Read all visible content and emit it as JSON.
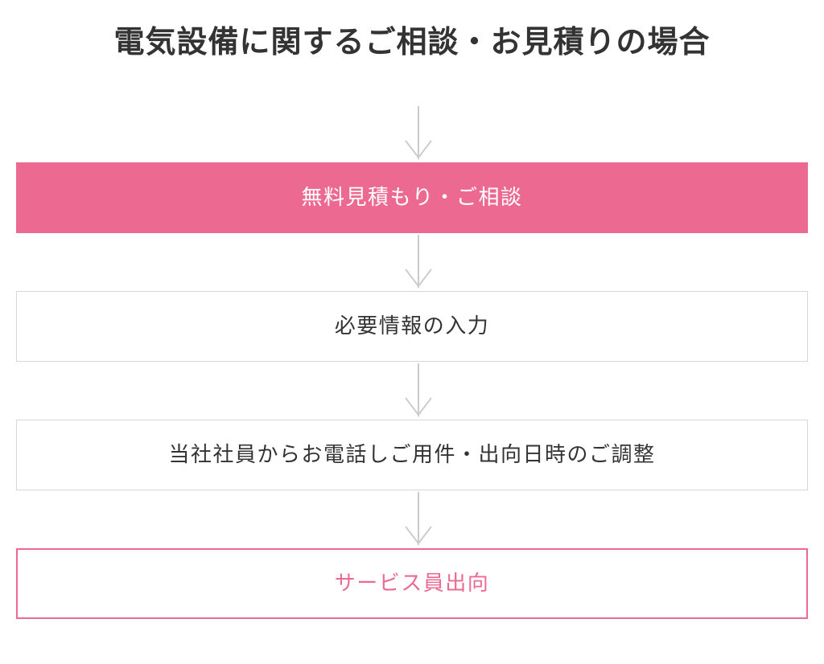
{
  "title": "電気設備に関するご相談・お見積りの場合",
  "colors": {
    "accent": "#ec6a92",
    "border_gray": "#d6d6d6",
    "arrow_gray": "#cccccc",
    "text_dark": "#333333",
    "text_on_accent": "#ffffff",
    "background": "#ffffff"
  },
  "flow": {
    "steps": [
      {
        "label": "無料見積もり・ご相談",
        "style": "filled",
        "arrow_before": true
      },
      {
        "label": "必要情報の入力",
        "style": "outline",
        "arrow_before": true
      },
      {
        "label": "当社社員からお電話しご用件・出向日時のご調整",
        "style": "outline",
        "arrow_before": true
      },
      {
        "label": "サービス員出向",
        "style": "accent-outline",
        "arrow_before": true
      }
    ]
  }
}
